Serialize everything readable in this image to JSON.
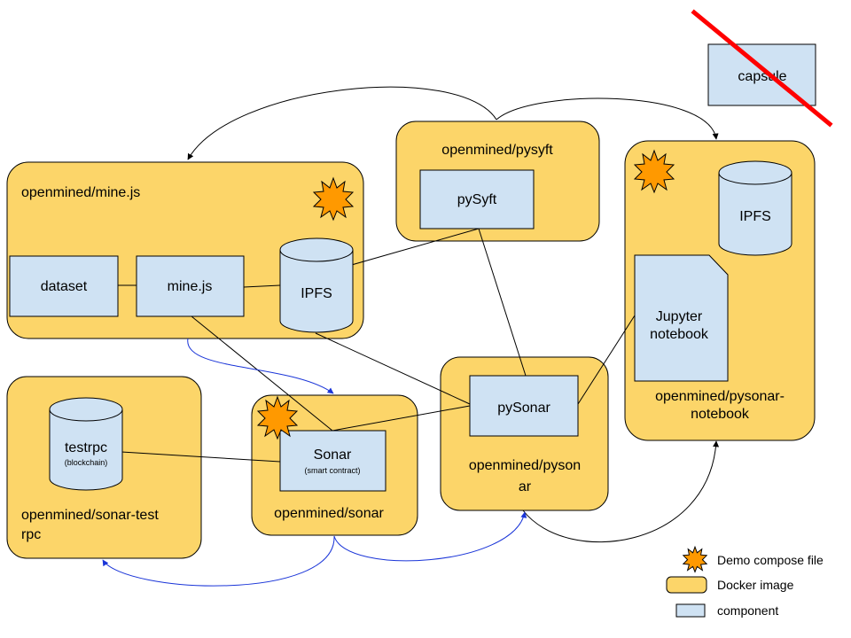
{
  "images": {
    "minejs": "openmined/mine.js",
    "pysyft": "openmined/pysyft",
    "notebook_line1": "openmined/pysonar-",
    "notebook_line2": "notebook",
    "sonar_test_line1": "openmined/sonar-test",
    "sonar_test_line2": "rpc",
    "sonar": "openmined/sonar",
    "pysonar_line1": "openmined/pyson",
    "pysonar_line2": "ar"
  },
  "components": {
    "dataset": "dataset",
    "minejs": "mine.js",
    "ipfs_minejs": "IPFS",
    "pysyft": "pySyft",
    "ipfs_notebook": "IPFS",
    "jupyter_line1": "Jupyter",
    "jupyter_line2": "notebook",
    "pysonar": "pySonar",
    "sonar": "Sonar",
    "sonar_sub": "(smart contract)",
    "testrpc": "testrpc",
    "testrpc_sub": "(blockchain)",
    "capsule": "capsule"
  },
  "legend": {
    "demo": "Demo compose file",
    "docker": "Docker image",
    "component": "component"
  },
  "colors": {
    "docker": "#fcd569",
    "component": "#cfe2f3",
    "star": "#ff9900",
    "cross": "#ff0000",
    "arrow_blue": "#1a35d8"
  }
}
